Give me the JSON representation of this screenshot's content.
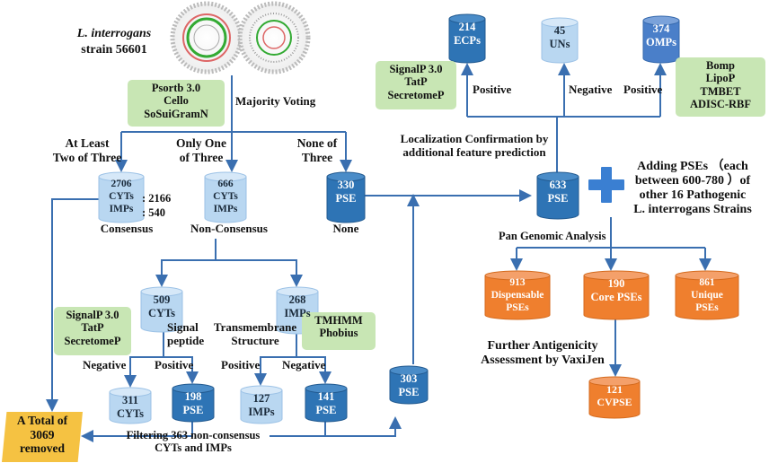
{
  "organism": {
    "name": "L. interrogans",
    "strain": "strain 56601"
  },
  "tools": {
    "psort": [
      "Psortb 3.0",
      "Cello",
      "SoSuiGramN"
    ],
    "signalp_top": [
      "SignalP 3.0",
      "TatP",
      "SecretomeP"
    ],
    "bomp": [
      "Bomp",
      "LipoP",
      "TMBET",
      "ADISC-RBF"
    ],
    "signalp_left": [
      "SignalP 3.0",
      "TatP",
      "SecretomeP"
    ],
    "tmhmm": [
      "TMHMM",
      "Phobius"
    ]
  },
  "labels": {
    "majority_voting": "Majority Voting",
    "at_least": [
      "At  Least",
      "Two of Three"
    ],
    "only_one": [
      "Only One",
      "of  Three"
    ],
    "none_of": [
      "None of",
      "Three"
    ],
    "consensus": "Consensus",
    "non_consensus": "Non-Consensus",
    "none": "None",
    "positive": "Positive",
    "negative": "Negative",
    "localization": [
      "Localization Confirmation by",
      "additional feature prediction"
    ],
    "adding": [
      "Adding PSEs （each",
      "between 600-780 ）of",
      "other 16 Pathogenic"
    ],
    "adding_it": "L. interrogans",
    "adding_tail": " Strains",
    "pan": "Pan Genomic Analysis",
    "further": [
      "Further Antigenicity",
      "Assessment by VaxiJen"
    ],
    "signal_peptide": [
      "Signal",
      "peptide"
    ],
    "transmembrane": [
      "Transmembrane",
      "Structure"
    ],
    "filtering": [
      "Filtering 363 non-consensus",
      "CYTs and IMPs"
    ],
    "removed": [
      "A Total of",
      "3069",
      "removed"
    ]
  },
  "cylinders": {
    "ecps": {
      "n": "214",
      "l": "ECPs"
    },
    "uns": {
      "n": "45",
      "l": "UNs"
    },
    "omps": {
      "n": "374",
      "l": "OMPs"
    },
    "cons": {
      "n": "2706",
      "a": "CYTs",
      "b": "IMPs",
      "av": ": 2166",
      "bv": ": 540"
    },
    "noncons": {
      "n": "666",
      "a": "CYTs",
      "b": "IMPs"
    },
    "pse330": {
      "n": "330",
      "l": "PSE"
    },
    "pse633": {
      "n": "633",
      "l": "PSE"
    },
    "cyt509": {
      "n": "509",
      "l": "CYTs"
    },
    "imp268": {
      "n": "268",
      "l": "IMPs"
    },
    "cyt311": {
      "n": "311",
      "l": "CYTs"
    },
    "pse198": {
      "n": "198",
      "l": "PSE"
    },
    "imp127": {
      "n": "127",
      "l": "IMPs"
    },
    "pse141": {
      "n": "141",
      "l": "PSE"
    },
    "pse303": {
      "n": "303",
      "l": "PSE"
    },
    "disp": {
      "n": "913",
      "a": "Dispensable",
      "b": "PSEs"
    },
    "core": {
      "n": "190",
      "a": "Core PSEs"
    },
    "uniq": {
      "n": "861",
      "a": "Unique",
      "b": "PSEs"
    },
    "cvpse": {
      "n": "121",
      "l": "CVPSE"
    }
  },
  "colors": {
    "light": "#b9d7f1",
    "dark": "#2e74b5",
    "orange": "#ef7f2e",
    "green": "#c8e6b4",
    "yellow": "#f5c242",
    "line": "#3a6fb0"
  }
}
